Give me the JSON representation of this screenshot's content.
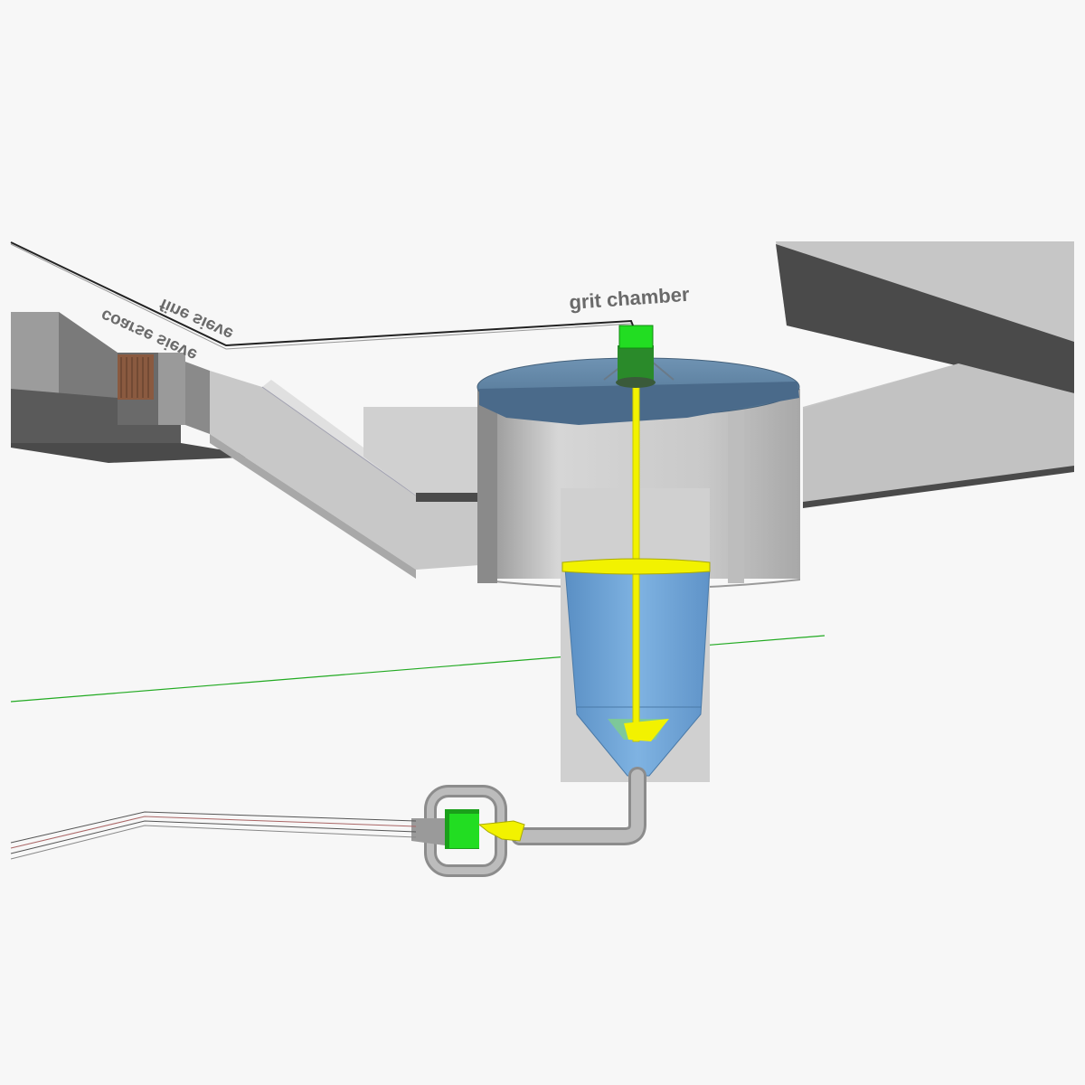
{
  "labels": {
    "grit_chamber": "grit chamber",
    "fine_sieve": "fine sieve",
    "coarse_sieve": "coarse sieve"
  },
  "colors": {
    "background": "#f7f7f7",
    "structure_gray": "#c8c8c8",
    "structure_dark": "#4a4a4a",
    "tank_cover": "#5f84a3",
    "hopper_blue": "#6fa3d6",
    "shaft_yellow": "#f2f200",
    "motor_green": "#22dd22",
    "ground_line": "#22aa22",
    "pipe_gray": "#b4b4b4"
  }
}
